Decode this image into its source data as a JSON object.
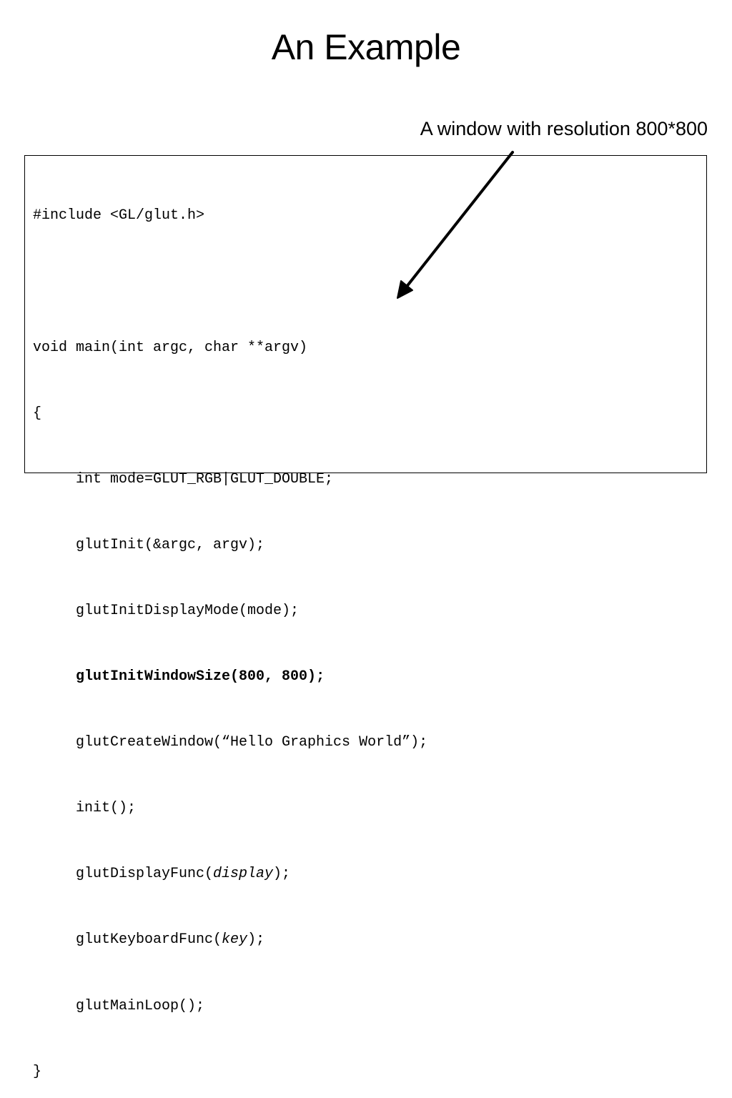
{
  "slide": {
    "title": "An Example",
    "annotation": "A window with resolution 800*800"
  },
  "code": {
    "include": "#include <GL/glut.h>",
    "main_signature": "void main(int argc, char **argv)",
    "open_brace": "{",
    "line_mode": "int mode=GLUT_RGB|GLUT_DOUBLE;",
    "line_init": "glutInit(&argc, argv);",
    "line_display_mode": "glutInitDisplayMode(mode);",
    "line_window_size": "glutInitWindowSize(800, 800)",
    "semicolon": ";",
    "line_create_window": "glutCreateWindow(“Hello Graphics World”);",
    "line_init_call": "init();",
    "display_func_prefix": "glutDisplayFunc(",
    "display_func_arg": "display",
    "display_func_suffix": ");",
    "keyboard_func_prefix": "glutKeyboardFunc(",
    "keyboard_func_arg": "key",
    "keyboard_func_suffix": ");",
    "line_main_loop": "glutMainLoop();",
    "close_brace": "}"
  }
}
